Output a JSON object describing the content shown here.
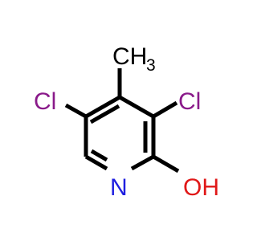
{
  "molecule": {
    "atoms": {
      "cl_left": "Cl",
      "cl_right": "Cl",
      "methyl_c": "CH",
      "methyl_sub": "3",
      "nitrogen": "N",
      "hydroxyl": "OH"
    },
    "colors": {
      "bond": "#000000",
      "nitrogen": "#1f1fe0",
      "oxygen": "#e01818",
      "chlorine": "#8a1a8a"
    }
  }
}
